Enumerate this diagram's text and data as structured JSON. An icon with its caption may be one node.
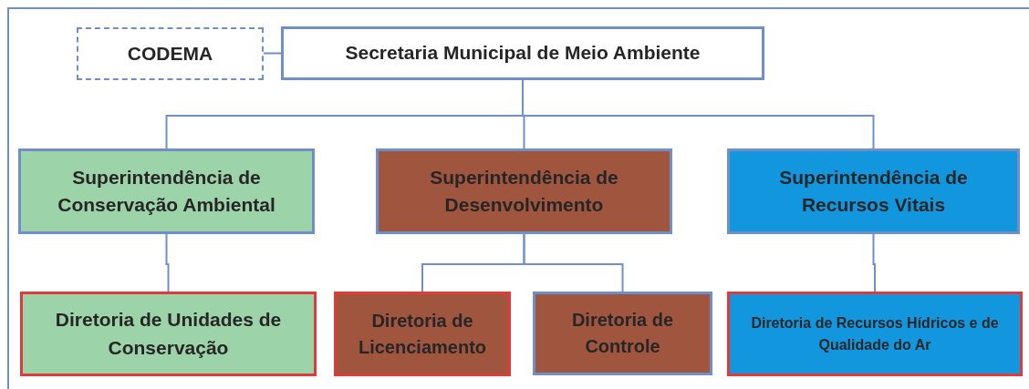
{
  "diagram": {
    "nodes": [
      {
        "text": [
          "CODEMA"
        ]
      },
      {
        "text": [
          "Secretaria Municipal de Meio Ambiente"
        ]
      },
      {
        "text": [
          "Superintendência de Conservação Ambiental"
        ]
      },
      {
        "text": [
          "Superintendência de Desenvolvimento"
        ]
      },
      {
        "text": [
          "Superintendência de Recursos Vitais"
        ]
      },
      {
        "text": [
          "Diretoria de Unidades de Conservação"
        ]
      },
      {
        "text": [
          "Diretoria de Licenciamento"
        ]
      },
      {
        "text": [
          "Diretoria de Controle"
        ]
      },
      {
        "text": [
          "Diretoria de Recursos Hídricos e de Qualidade do Ar"
        ]
      }
    ],
    "edges": [
      {
        "from": 0,
        "to": 1,
        "arrow": "none"
      },
      {
        "from": 1,
        "to": 2,
        "arrow": "none"
      },
      {
        "from": 1,
        "to": 3,
        "arrow": "none"
      },
      {
        "from": 1,
        "to": 4,
        "arrow": "none"
      },
      {
        "from": 2,
        "to": 5,
        "arrow": "none"
      },
      {
        "from": 3,
        "to": 6,
        "arrow": "none"
      },
      {
        "from": 3,
        "to": 7,
        "arrow": "none"
      },
      {
        "from": 4,
        "to": 8,
        "arrow": "none"
      }
    ]
  }
}
